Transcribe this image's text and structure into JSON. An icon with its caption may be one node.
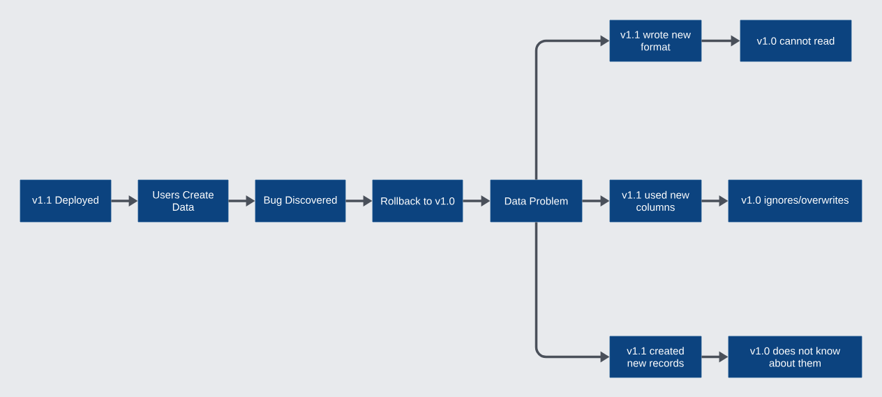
{
  "diagram": {
    "nodes": [
      {
        "text": [
          "v1.1 Deployed"
        ]
      },
      {
        "text": [
          "Users Create Data"
        ]
      },
      {
        "text": [
          "Bug Discovered"
        ]
      },
      {
        "text": [
          "Rollback to v1.0"
        ]
      },
      {
        "text": [
          "Data Problem"
        ]
      },
      {
        "text": [
          "v1.1 wrote new format"
        ]
      },
      {
        "text": [
          "v1.0 cannot read"
        ]
      },
      {
        "text": [
          "v1.1 used new columns"
        ]
      },
      {
        "text": [
          "v1.0 ignores/overwrites"
        ]
      },
      {
        "text": [
          "v1.1 created new records"
        ]
      },
      {
        "text": [
          "v1.0 does not know about them"
        ]
      }
    ],
    "edges": [
      {
        "from": 0,
        "to": 1,
        "arrow": "to"
      },
      {
        "from": 1,
        "to": 2,
        "arrow": "to"
      },
      {
        "from": 2,
        "to": 3,
        "arrow": "to"
      },
      {
        "from": 3,
        "to": 4,
        "arrow": "to"
      },
      {
        "from": 4,
        "to": 5,
        "arrow": "to"
      },
      {
        "from": 4,
        "to": 7,
        "arrow": "to"
      },
      {
        "from": 4,
        "to": 9,
        "arrow": "to"
      },
      {
        "from": 5,
        "to": 6,
        "arrow": "to"
      },
      {
        "from": 7,
        "to": 8,
        "arrow": "to"
      },
      {
        "from": 9,
        "to": 10,
        "arrow": "to"
      }
    ]
  }
}
